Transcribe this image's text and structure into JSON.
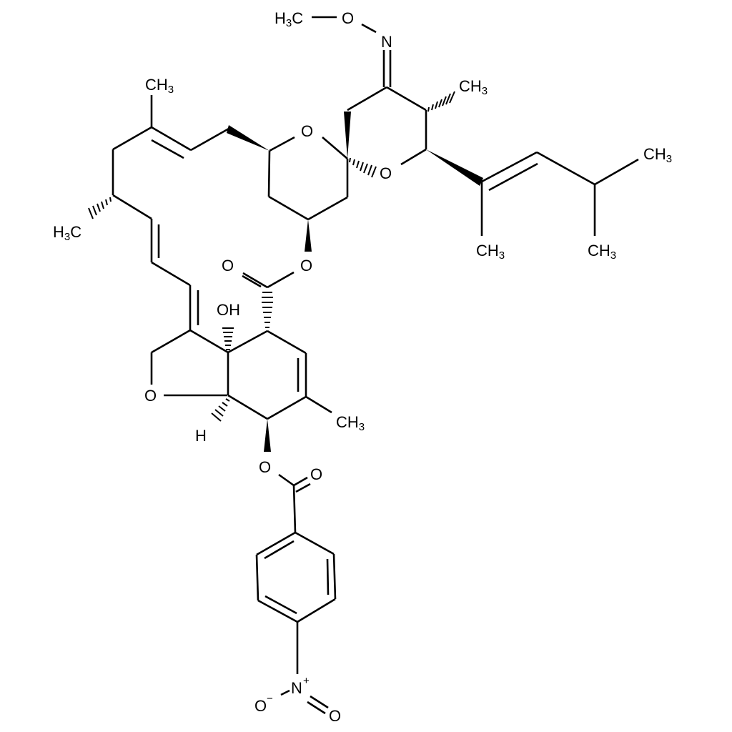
{
  "diagram": {
    "type": "chemical-structure",
    "description": "Milbemycin-type macrocyclic lactone with spiroketal, methoxime and 4-nitrobenzoate ester",
    "colors": {
      "background": "#ffffff",
      "ink": "#000000"
    },
    "labels": {
      "methoxy_h3c": "H3C",
      "oxime_o": "O",
      "oxime_n": "N",
      "ring_methyl_top": "CH3",
      "spiro_o_upper": "O",
      "spiro_o_lower": "O",
      "side_chain_ch3_right": "CH3",
      "side_chain_ch3_mid": "CH3",
      "side_chain_ch3_left": "CH3",
      "macro_ch3_top": "CH3",
      "macro_h3c_left": "H3C",
      "lactone_o_carbonyl": "O",
      "lactone_o_ester": "O",
      "hydroxyl": "OH",
      "furan_o": "O",
      "ring_h": "H",
      "cyclohexene_ch3": "CH3",
      "benzoate_o_ester": "O",
      "benzoate_o_carbonyl": "O",
      "nitro_n": "N",
      "nitro_n_charge": "+",
      "nitro_o_minus": "O",
      "nitro_o_minus_charge": "−",
      "nitro_o": "O"
    }
  }
}
